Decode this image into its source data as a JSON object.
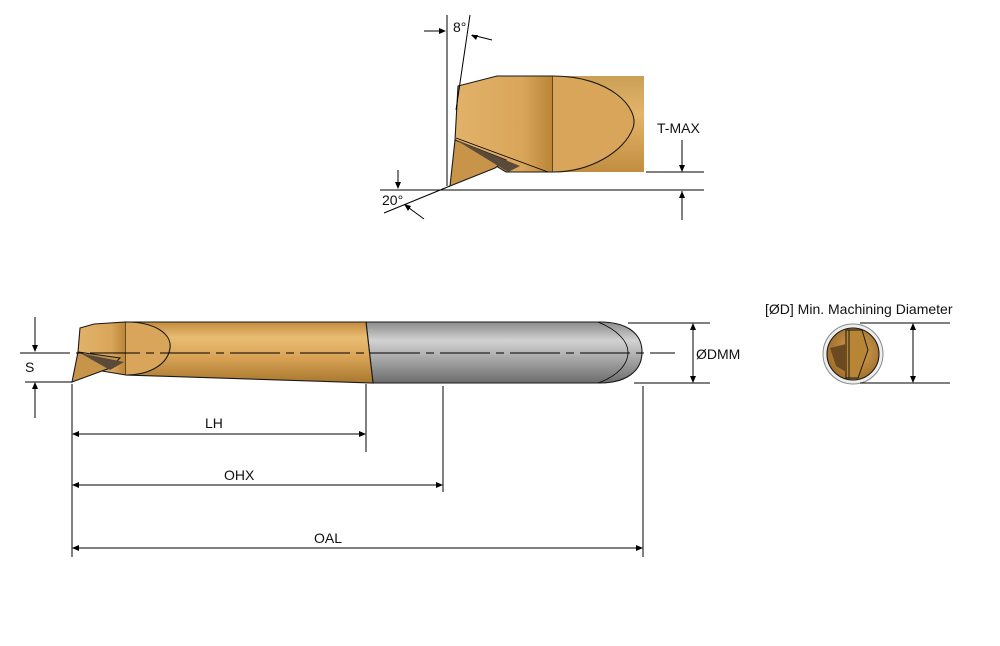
{
  "labels": {
    "angle_top": "8°",
    "angle_bottom": "20°",
    "t_max": "T-MAX",
    "s": "S",
    "dmm": "ØDMM",
    "lh": "LH",
    "ohx": "OHX",
    "oal": "OAL",
    "min_diameter": "[ØD] Min. Machining Diameter"
  },
  "colors": {
    "gold": "#d9a55a",
    "gold_dark": "#b47f2f",
    "gold_light": "#e7bb74",
    "steel": "#a9a9a9",
    "steel_dark": "#6e6e6e",
    "steel_light": "#cfcfcf",
    "line": "#000000"
  }
}
